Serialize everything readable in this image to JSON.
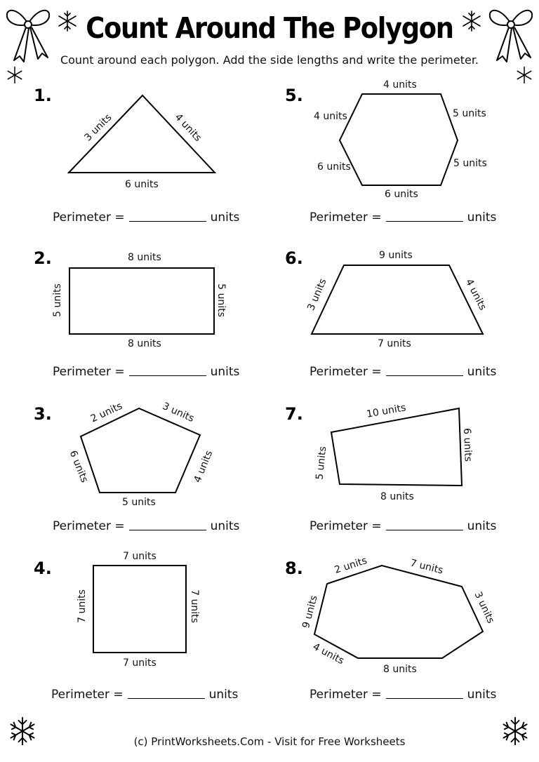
{
  "title": "Count Around The Polygon",
  "instructions": "Count around each polygon. Add the side lengths and write the perimeter.",
  "perimeter_label": "Perimeter =",
  "units_label": "units",
  "footer": "(c) PrintWorksheets.Com - Visit for Free Worksheets",
  "problems": [
    {
      "number": "1.",
      "sides": [
        "3 units",
        "4 units",
        "6 units"
      ]
    },
    {
      "number": "2.",
      "sides": [
        "8 units",
        "5 units",
        "5 units",
        "8 units"
      ]
    },
    {
      "number": "3.",
      "sides": [
        "2 units",
        "3 units",
        "4 units",
        "5 units",
        "6 units"
      ]
    },
    {
      "number": "4.",
      "sides": [
        "7 units",
        "7 units",
        "7 units",
        "7 units"
      ]
    },
    {
      "number": "5.",
      "sides": [
        "4 units",
        "5 units",
        "5 units",
        "6 units",
        "6 units",
        "4 units"
      ]
    },
    {
      "number": "6.",
      "sides": [
        "9 units",
        "4 units",
        "7 units",
        "3 units"
      ]
    },
    {
      "number": "7.",
      "sides": [
        "10 units",
        "6 units",
        "8 units",
        "5 units"
      ]
    },
    {
      "number": "8.",
      "sides": [
        "2 units",
        "7 units",
        "3 units",
        "8 units",
        "4 units",
        "9 units"
      ]
    }
  ],
  "decorations": {
    "top_left": [
      "bow-icon",
      "snowflake-icon",
      "snowflake-icon"
    ],
    "top_right": [
      "bow-icon",
      "snowflake-icon",
      "snowflake-icon"
    ],
    "bottom": [
      "snowflake-icon",
      "snowflake-icon"
    ]
  }
}
